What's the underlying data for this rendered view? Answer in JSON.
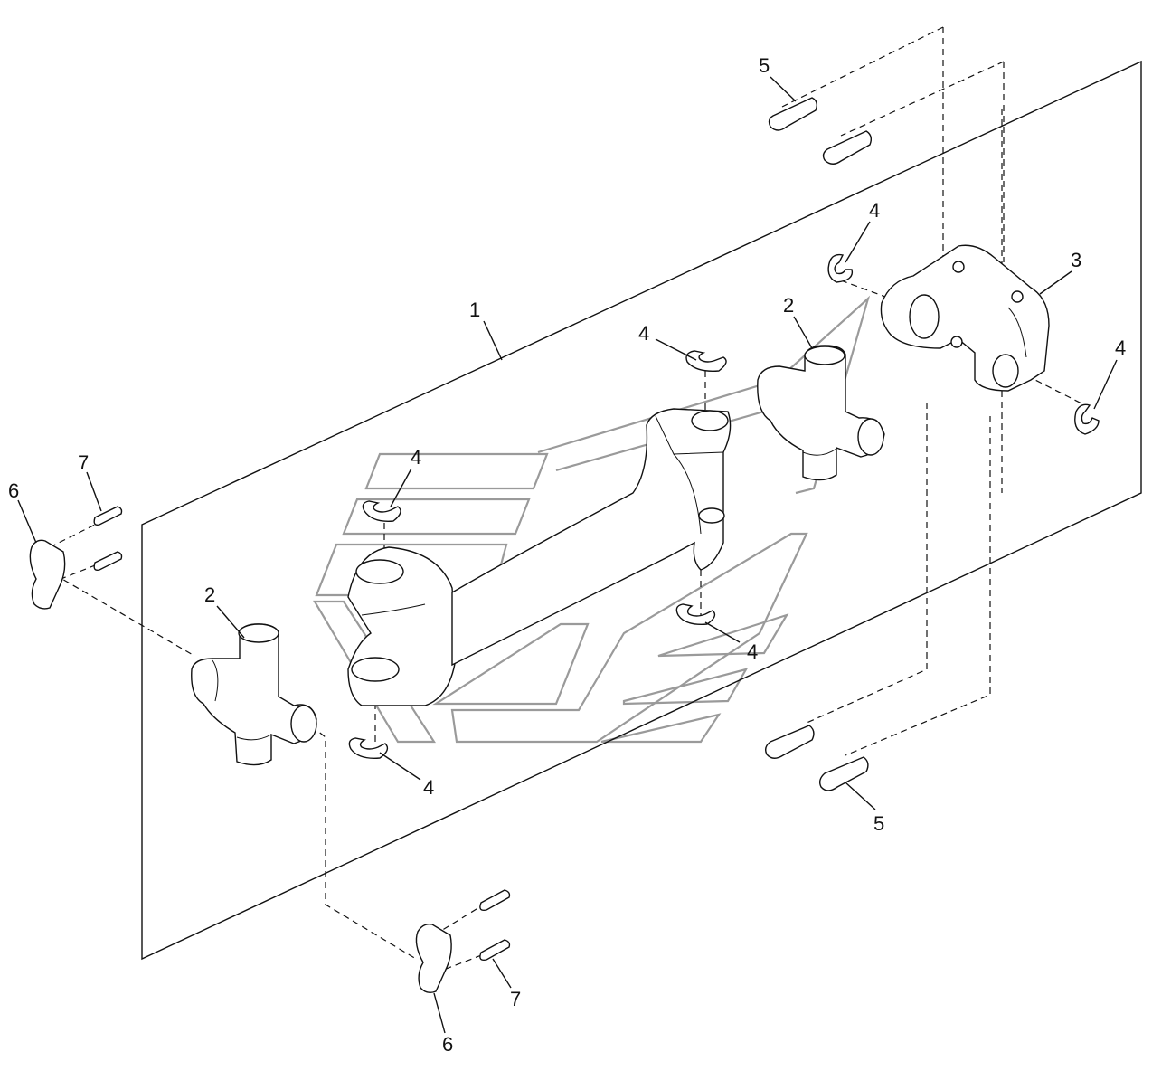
{
  "callouts": [
    {
      "id": "c1",
      "label": "1"
    },
    {
      "id": "c2a",
      "label": "2"
    },
    {
      "id": "c2b",
      "label": "2"
    },
    {
      "id": "c3",
      "label": "3"
    },
    {
      "id": "c4a",
      "label": "4"
    },
    {
      "id": "c4b",
      "label": "4"
    },
    {
      "id": "c4c",
      "label": "4"
    },
    {
      "id": "c4d",
      "label": "4"
    },
    {
      "id": "c4e",
      "label": "4"
    },
    {
      "id": "c4f",
      "label": "4"
    },
    {
      "id": "c5a",
      "label": "5"
    },
    {
      "id": "c5b",
      "label": "5"
    },
    {
      "id": "c6a",
      "label": "6"
    },
    {
      "id": "c6b",
      "label": "6"
    },
    {
      "id": "c7a",
      "label": "7"
    },
    {
      "id": "c7b",
      "label": "7"
    }
  ]
}
